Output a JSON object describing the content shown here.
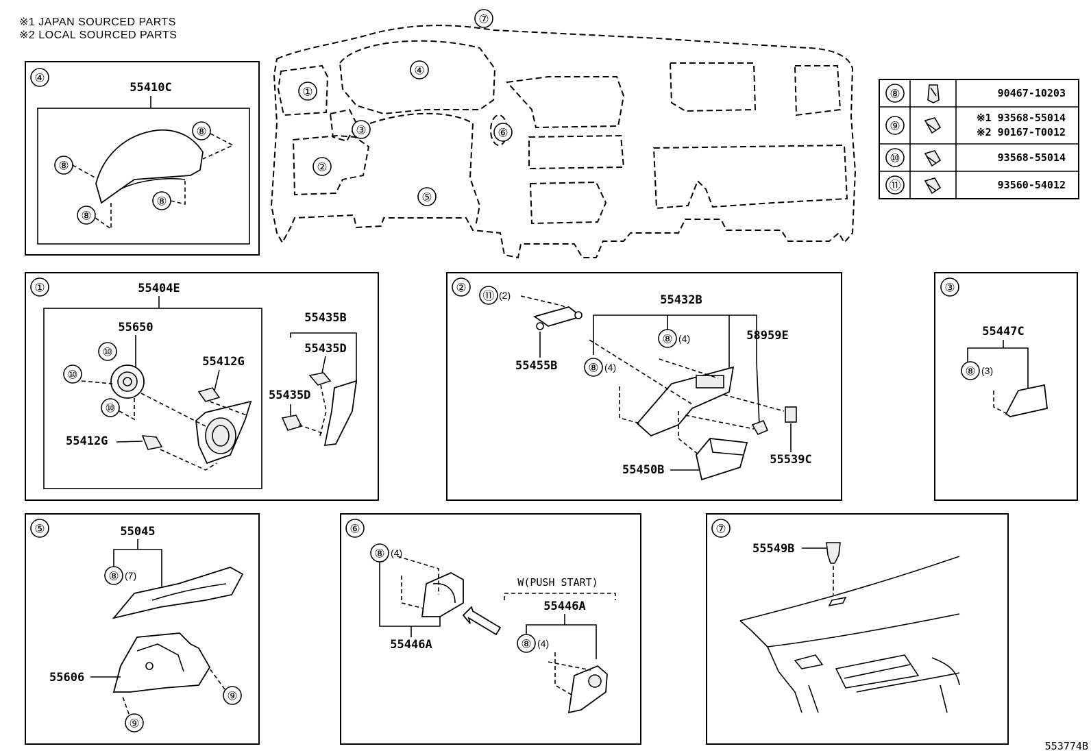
{
  "notes": [
    "※1 JAPAN SOURCED PARTS",
    "※2 LOCAL SOURCED PARTS"
  ],
  "diagram_code": "553774B",
  "overview_labels": [
    "①",
    "②",
    "③",
    "④",
    "⑤",
    "⑥",
    "⑦"
  ],
  "fastener_table": [
    {
      "ref": "⑧",
      "icon": "clip-icon",
      "numbers": [
        "90467-10203"
      ]
    },
    {
      "ref": "⑨",
      "icon": "screw-icon",
      "numbers": [
        "※1 93568-55014",
        "※2 90167-T0012"
      ]
    },
    {
      "ref": "⑩",
      "icon": "screw-icon",
      "numbers": [
        "93568-55014"
      ]
    },
    {
      "ref": "⑪",
      "icon": "screw-icon",
      "numbers": [
        "93560-54012"
      ]
    }
  ],
  "panels": {
    "p4": {
      "ref": "④",
      "assembly": "55410C",
      "callouts": [
        "⑧",
        "⑧",
        "⑧",
        "⑧"
      ]
    },
    "p1": {
      "ref": "①",
      "assembly": "55404E",
      "parts": [
        "55650",
        "55412G",
        "55412G",
        "55435B",
        "55435D",
        "55435D"
      ],
      "callouts": [
        "⑩",
        "⑩",
        "⑩"
      ]
    },
    "p2": {
      "ref": "②",
      "parts": [
        "55432B",
        "58959E",
        "55455B",
        "55450B",
        "55539C"
      ],
      "callouts": [
        "⑪",
        "⑧",
        "⑧"
      ],
      "qty": [
        "(2)",
        "(4)",
        "(4)"
      ]
    },
    "p3": {
      "ref": "③",
      "parts": [
        "55447C"
      ],
      "callouts": [
        "⑧"
      ],
      "qty": [
        "(3)"
      ]
    },
    "p5": {
      "ref": "⑤",
      "parts": [
        "55045",
        "55606"
      ],
      "callouts": [
        "⑧",
        "⑨",
        "⑨"
      ],
      "qty": [
        "(7)"
      ]
    },
    "p6": {
      "ref": "⑥",
      "parts": [
        "55446A",
        "55446A"
      ],
      "variant": "W(PUSH START)",
      "callouts": [
        "⑧",
        "⑧"
      ],
      "qty": [
        "(4)",
        "(4)"
      ]
    },
    "p7": {
      "ref": "⑦",
      "parts": [
        "55549B"
      ]
    }
  }
}
